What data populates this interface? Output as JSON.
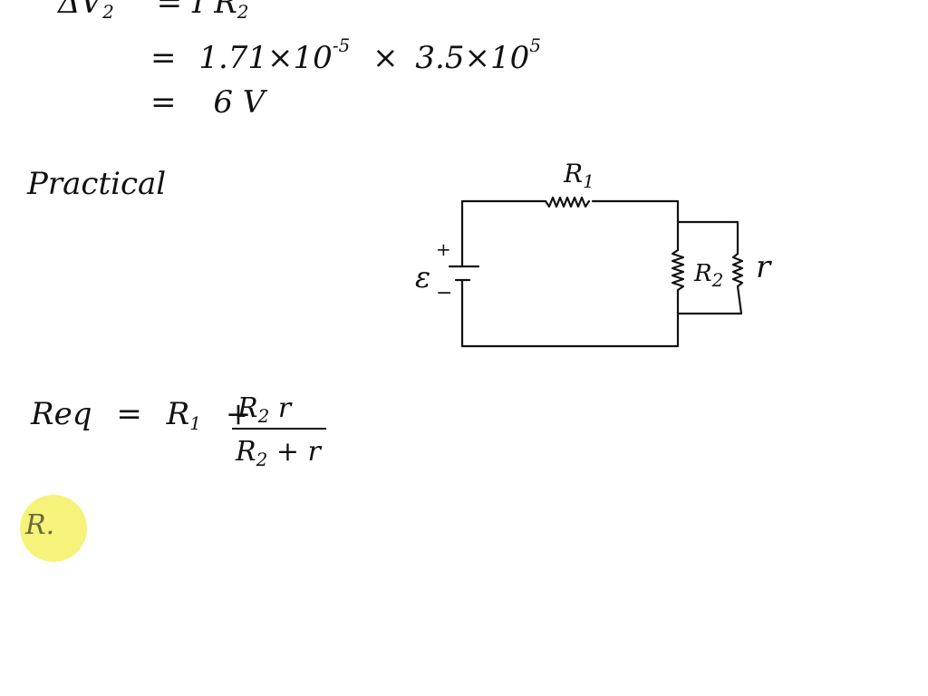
{
  "line1": {
    "lhs_prefix": "ΔV",
    "lhs_sub": "2",
    "rhs_prefix": "= I R",
    "rhs_sub": "2"
  },
  "line2": {
    "eq": "=",
    "a": "1.71×10",
    "a_exp": "-5",
    "times": "×",
    "b": "3.5×10",
    "b_exp": "5"
  },
  "line3": {
    "eq": "=",
    "value": "6 V"
  },
  "heading": "Practical",
  "circuit": {
    "r1_label": "R",
    "r1_sub": "1",
    "r2_label": "R",
    "r2_sub": "2",
    "r_label": "r",
    "emf_label": "ε",
    "plus": "+",
    "minus": "−"
  },
  "formula": {
    "lhs": "Req",
    "eq": "=",
    "r1": "R",
    "r1_sub": "1",
    "plus": "+",
    "num_r": "R",
    "num_sub": "2",
    "num_tail": " r",
    "den_r": "R",
    "den_sub": "2",
    "den_tail": " + r"
  },
  "cursor_text": "R.",
  "colors": {
    "ink": "#111111",
    "pointer": "#f6f27a"
  }
}
